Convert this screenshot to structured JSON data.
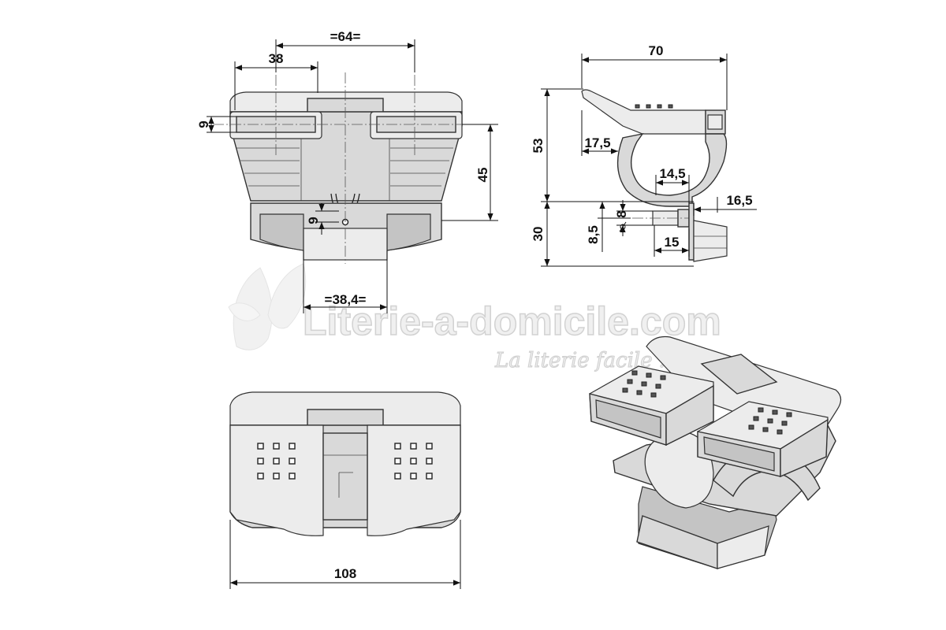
{
  "watermark": {
    "site": "Literie-a-domicile.com",
    "tagline": "La literie facile !"
  },
  "dimensions": {
    "front_center_spacing": "=64=",
    "front_half_width": "38",
    "front_slot_height": "9",
    "front_height": "45",
    "front_hole_offset": "9",
    "front_bottom_width": "=38,4=",
    "side_width": "70",
    "side_height_top": "53",
    "side_offset": "17,5",
    "side_inner": "14,5",
    "side_right": "16,5",
    "side_height_bottom": "30",
    "side_pin_height": "8,5",
    "side_pin_diameter": "8",
    "side_pin_length": "15",
    "top_total_width": "108"
  }
}
